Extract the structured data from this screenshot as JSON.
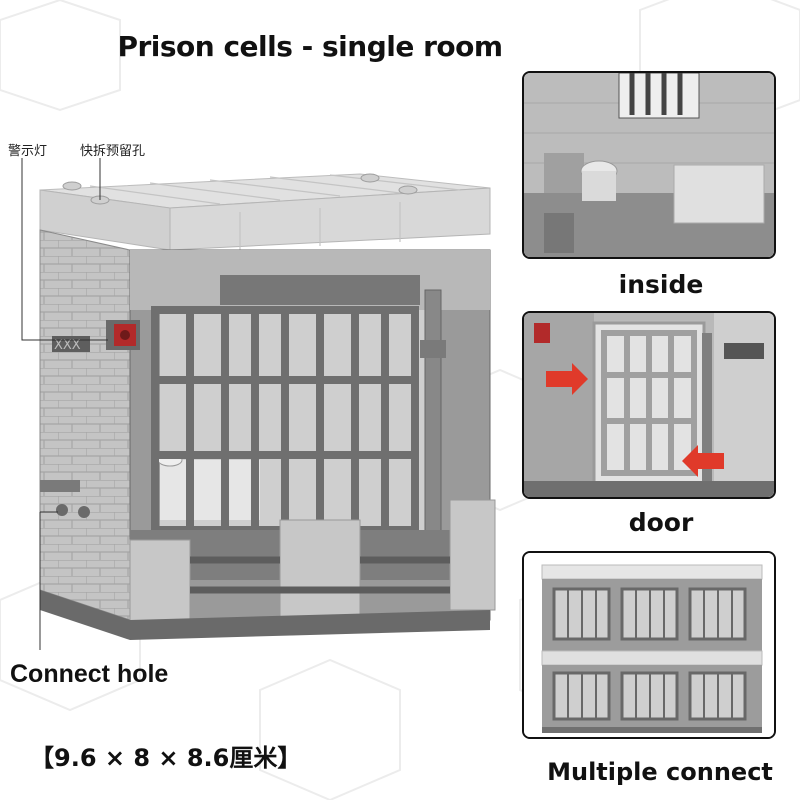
{
  "title": "Prison cells - single room",
  "labels": {
    "warning_light": "警示灯",
    "quick_release_hole": "快拆预留孔",
    "connect_hole": "Connect hole",
    "dimensions": "【9.6 × 8 × 8.6厘米】"
  },
  "captions": {
    "inside": "inside",
    "door": "door",
    "multiple_connect": "Multiple connect"
  },
  "colors": {
    "brick_light": "#c9c9c9",
    "brick_dark": "#8a8a8a",
    "bars": "#6e6e6e",
    "roof": "#dcdcdc",
    "warning_red": "#b22a2a",
    "arrow_red": "#e03a2a"
  }
}
